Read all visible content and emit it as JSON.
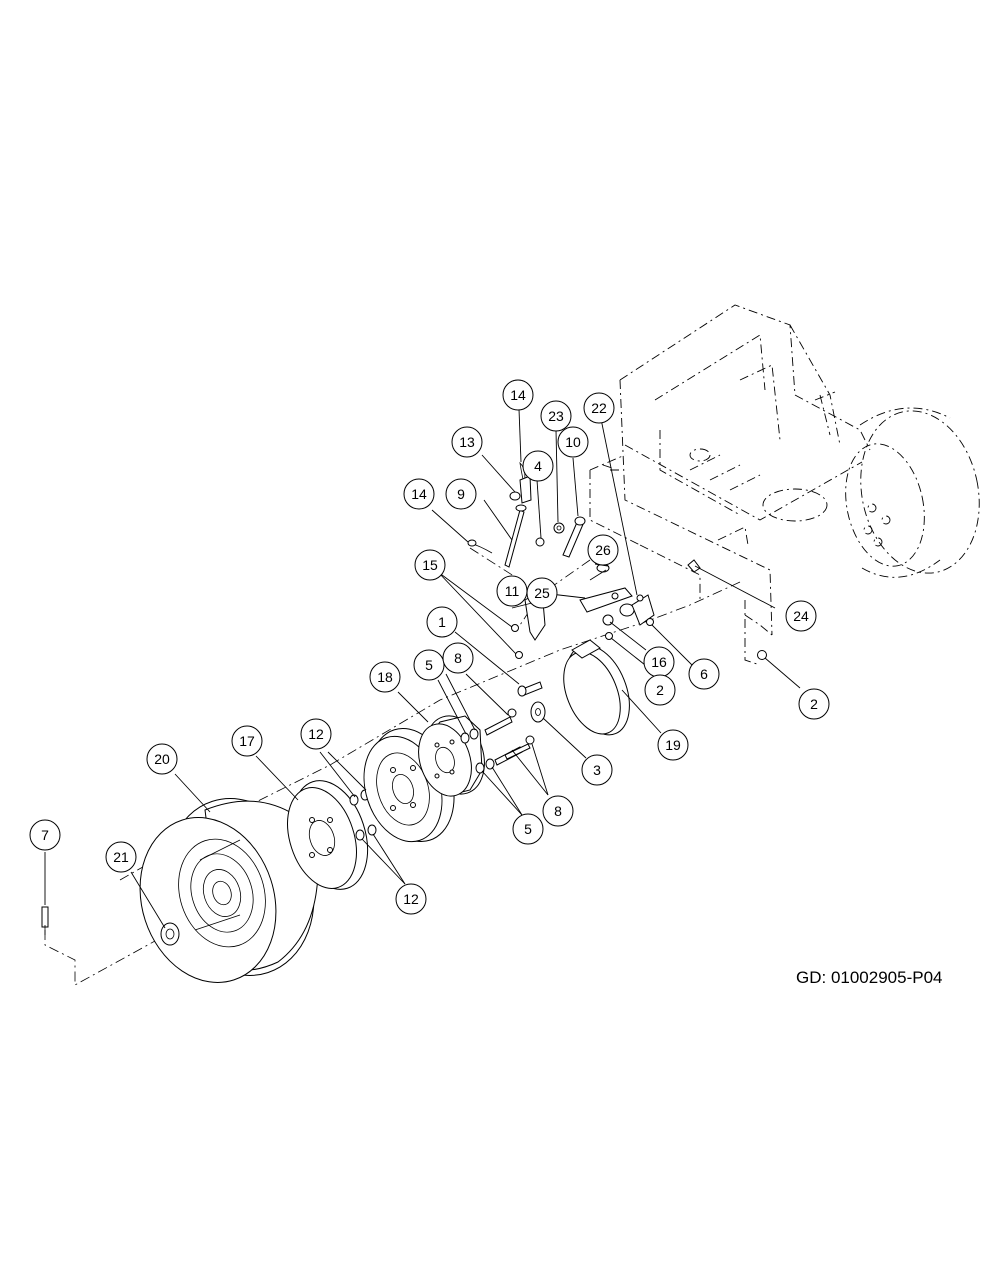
{
  "drawing_code": "GD: 01002905-P04",
  "callouts": [
    "1",
    "2",
    "2",
    "3",
    "4",
    "5",
    "5",
    "6",
    "7",
    "8",
    "8",
    "9",
    "10",
    "11",
    "12",
    "12",
    "13",
    "14",
    "14",
    "15",
    "16",
    "17",
    "18",
    "19",
    "20",
    "21",
    "22",
    "23",
    "24",
    "25",
    "26"
  ]
}
